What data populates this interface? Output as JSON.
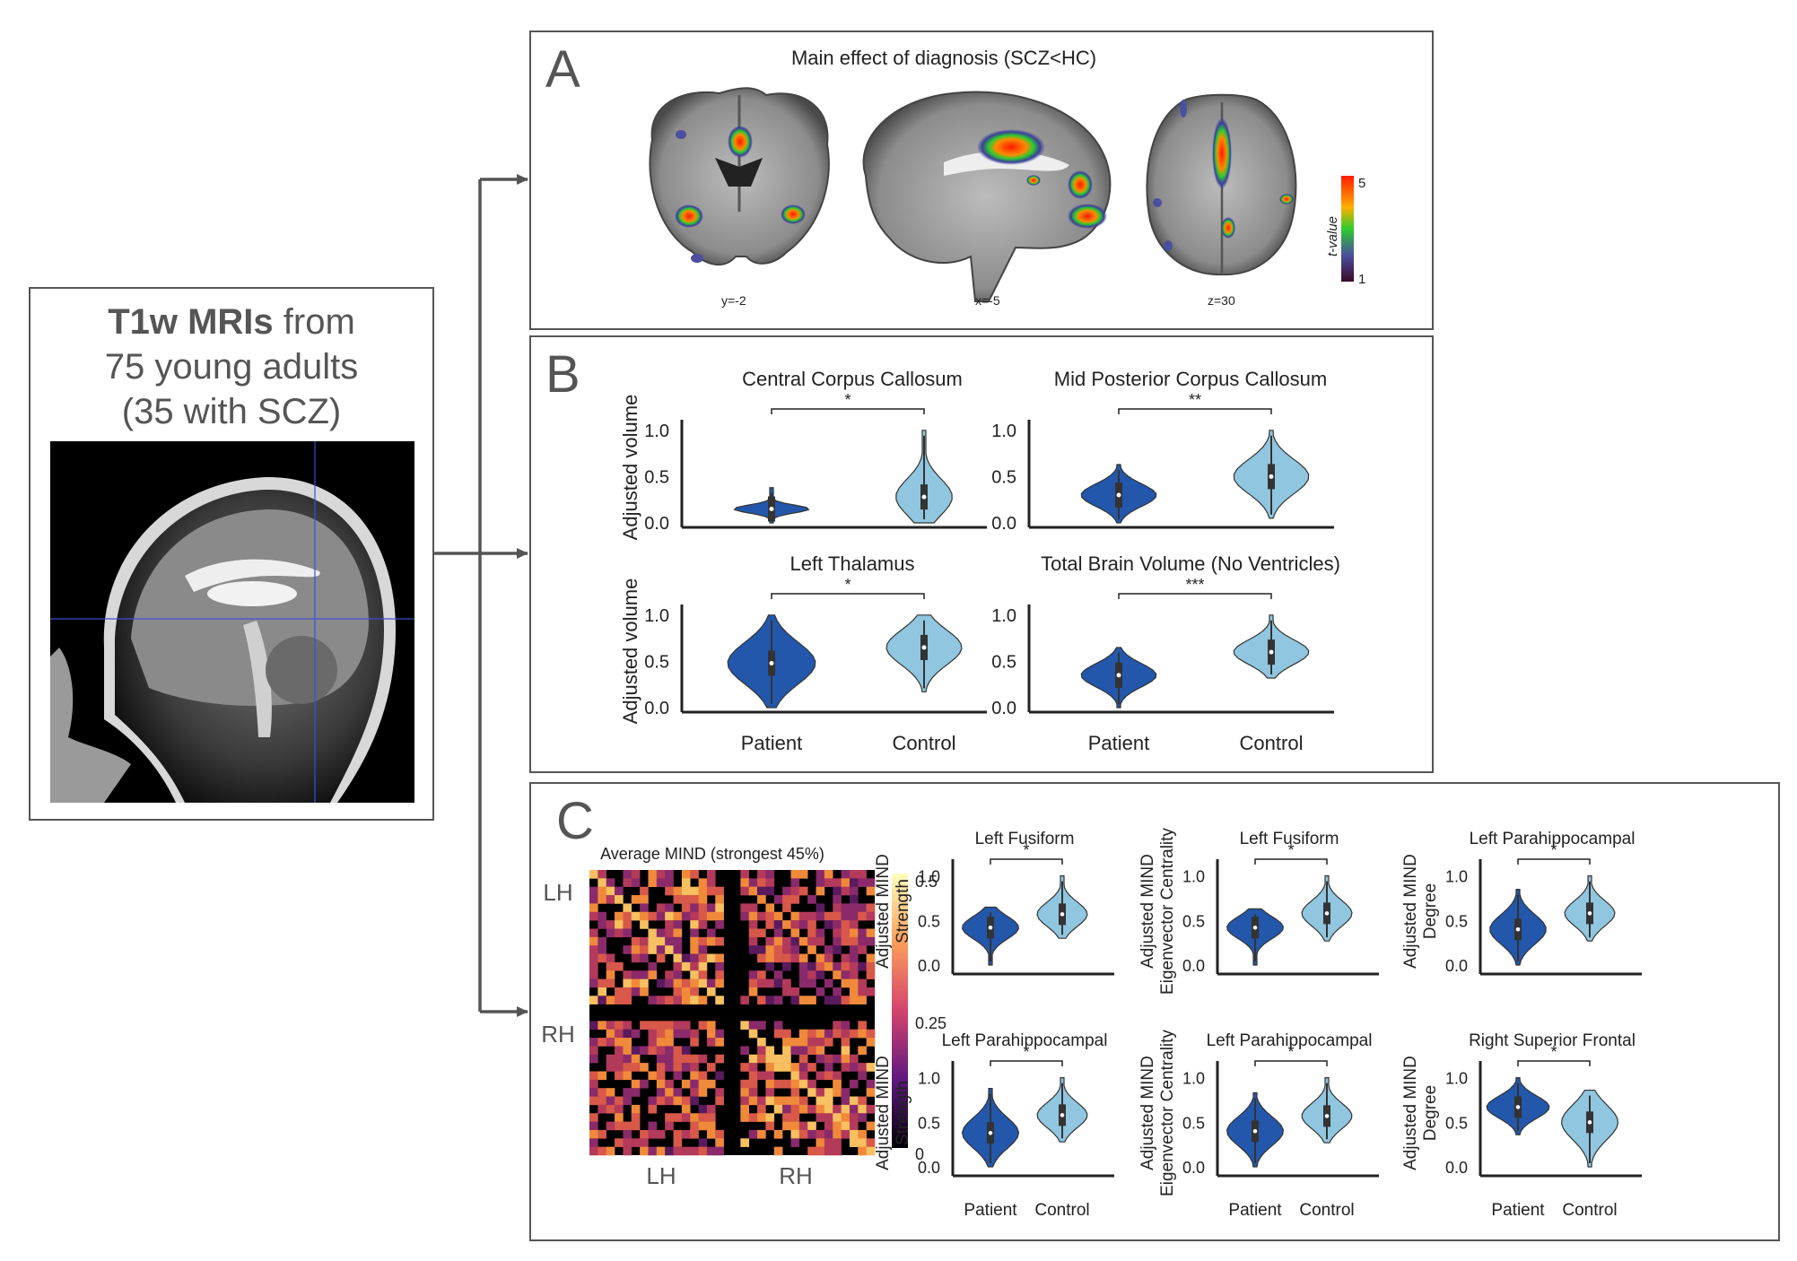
{
  "left_box": {
    "title_bold": "T1w MRIs",
    "title_rest": " from",
    "line2": "75 young adults",
    "line3": "(35 with SCZ)"
  },
  "panel_a": {
    "letter": "A",
    "title": "Main effect of diagnosis (SCZ<HC)",
    "slices": [
      "y=-2",
      "x=-5",
      "z=30"
    ],
    "colorbar": {
      "label": "t-value",
      "max": "5",
      "min": "1"
    }
  },
  "panel_b": {
    "letter": "B",
    "ylabel": "Adjusted volume",
    "yticks": [
      "1.0",
      "0.5",
      "0.0"
    ],
    "xlabels": [
      "Patient",
      "Control"
    ],
    "plots": [
      {
        "title": "Central Corpus Callosum",
        "sig": "*",
        "patient_median": 0.15,
        "control_median": 0.28
      },
      {
        "title": "Mid Posterior Corpus Callosum",
        "sig": "**",
        "patient_median": 0.3,
        "control_median": 0.5
      },
      {
        "title": "Left Thalamus",
        "sig": "*",
        "patient_median": 0.48,
        "control_median": 0.65
      },
      {
        "title": "Total Brain Volume (No Ventricles)",
        "sig": "***",
        "patient_median": 0.35,
        "control_median": 0.6
      }
    ]
  },
  "panel_c": {
    "letter": "C",
    "matrix": {
      "title": "Average MIND (strongest 45%)",
      "row_labels": [
        "LH",
        "RH"
      ],
      "col_labels": [
        "LH",
        "RH"
      ],
      "colorbar_ticks": [
        "0.5",
        "0.25",
        "0"
      ]
    },
    "yticks": [
      "1.0",
      "0.5",
      "0.0"
    ],
    "xlabels": [
      "Patient",
      "Control"
    ],
    "plots": [
      {
        "title": "Left Fusiform",
        "ylabel1": "Adjusted MIND",
        "ylabel2": "Strength",
        "sig": "*",
        "patient_median": 0.42,
        "control_median": 0.57
      },
      {
        "title": "Left Fusiform",
        "ylabel1": "Adjusted MIND",
        "ylabel2": "Eigenvector Centrality",
        "sig": "*",
        "patient_median": 0.42,
        "control_median": 0.58
      },
      {
        "title": "Left Parahippocampal",
        "ylabel1": "Adjusted MIND",
        "ylabel2": "Degree",
        "sig": "*",
        "patient_median": 0.4,
        "control_median": 0.58
      },
      {
        "title": "Left Parahippocampal",
        "ylabel1": "Adjusted MIND",
        "ylabel2": "Strength",
        "sig": "*",
        "patient_median": 0.38,
        "control_median": 0.58
      },
      {
        "title": "Left Parahippocampal",
        "ylabel1": "Adjusted MIND",
        "ylabel2": "Eigenvector Centrality",
        "sig": "*",
        "patient_median": 0.4,
        "control_median": 0.57
      },
      {
        "title": "Right Superior Frontal",
        "ylabel1": "Adjusted MIND",
        "ylabel2": "Degree",
        "sig": "*",
        "patient_median": 0.67,
        "control_median": 0.5
      }
    ]
  },
  "colors": {
    "patient": "#2257ab",
    "control": "#90c6df",
    "frame": "#555555"
  }
}
